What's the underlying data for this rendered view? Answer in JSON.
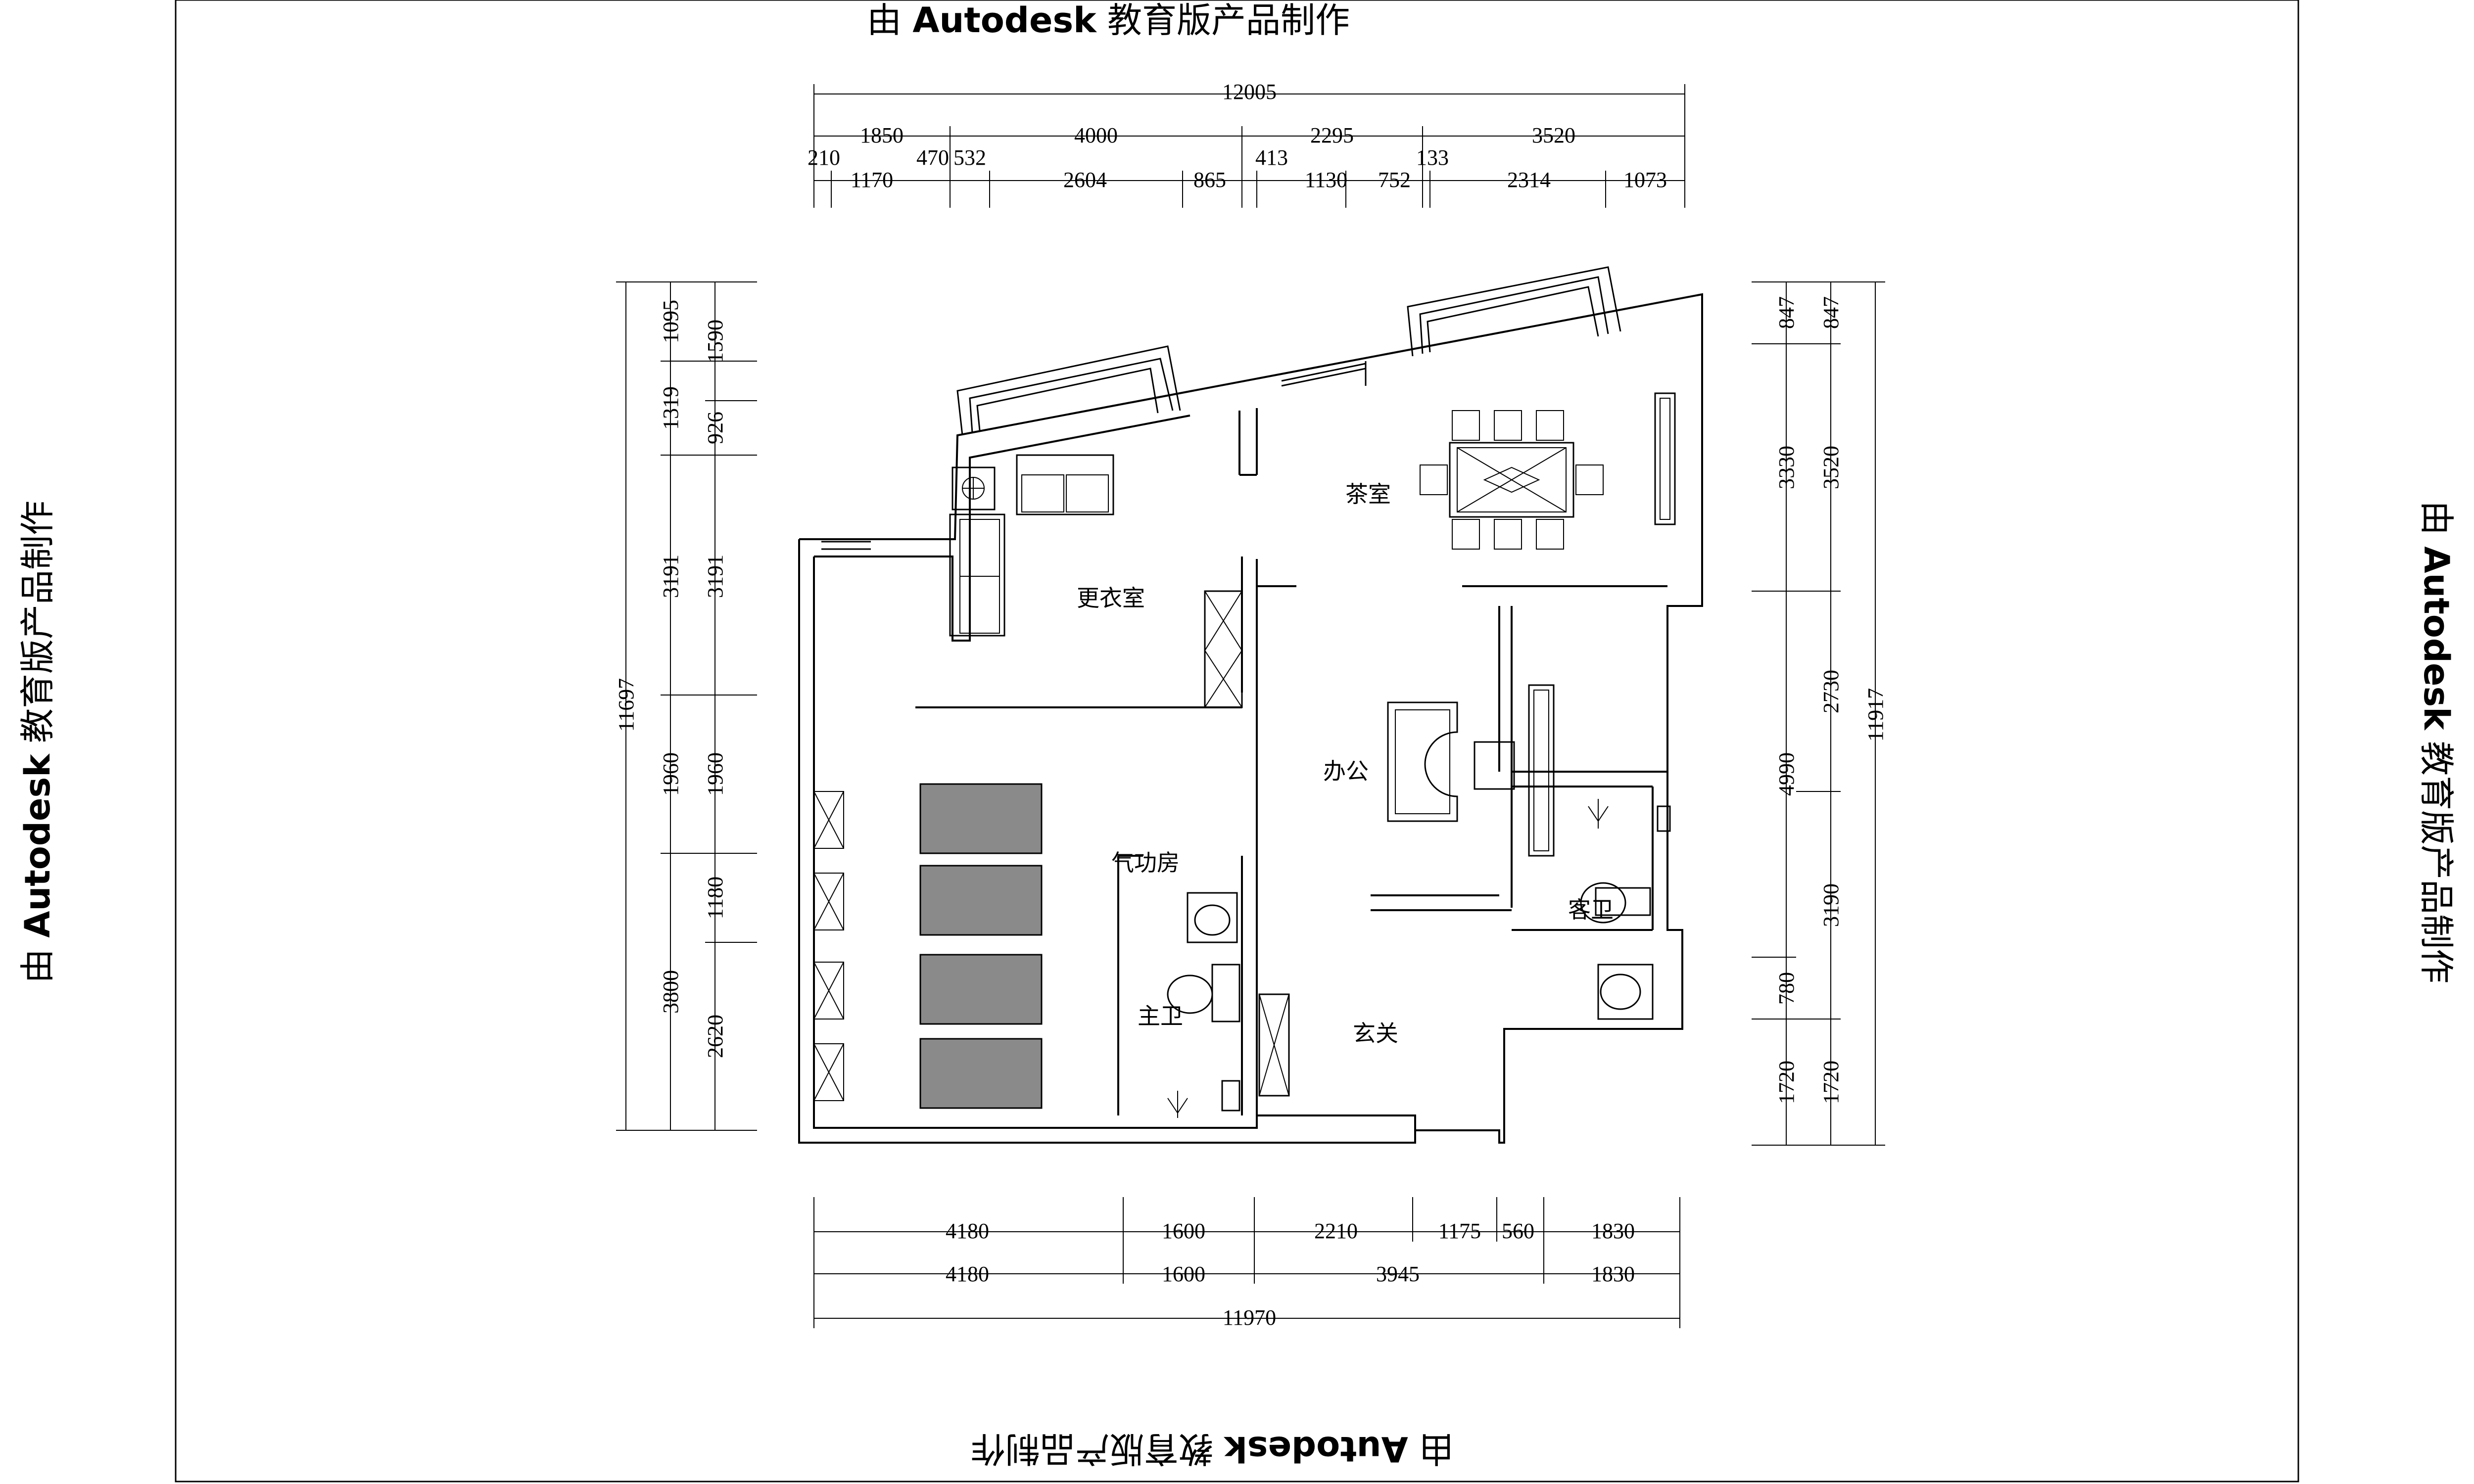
{
  "watermark": {
    "prefix": "由",
    "brand": "Autodesk",
    "suffix": "教育版产品制作"
  },
  "rooms": {
    "tea_room": "茶室",
    "dressing_room": "更衣室",
    "office": "办公",
    "qigong_room": "气功房",
    "guest_bath": "客卫",
    "master_bath": "主卫",
    "foyer": "玄关"
  },
  "dims": {
    "top": {
      "total": "12005",
      "row1": [
        "1850",
        "4000",
        "2295",
        "3520"
      ],
      "row2": [
        "210",
        "470",
        "532",
        "413",
        "133"
      ],
      "row3": [
        "1170",
        "2604",
        "865",
        "1130",
        "752",
        "2314",
        "1073"
      ]
    },
    "bottom": {
      "row1": [
        "4180",
        "1600",
        "2210",
        "1175",
        "560",
        "1830"
      ],
      "row2": [
        "4180",
        "1600",
        "3945",
        "1830"
      ],
      "total": "11970"
    },
    "left": {
      "total": "11697",
      "col1": [
        "1095",
        "1319",
        "3191",
        "1960",
        "3800"
      ],
      "col2": [
        "1590",
        "926",
        "3191",
        "1960",
        "1180",
        "2620"
      ]
    },
    "right": {
      "total": "11917",
      "col1": [
        "847",
        "3330",
        "4990",
        "780",
        "1720"
      ],
      "col2": [
        "847",
        "3520",
        "2730",
        "3190",
        "1720"
      ]
    }
  }
}
